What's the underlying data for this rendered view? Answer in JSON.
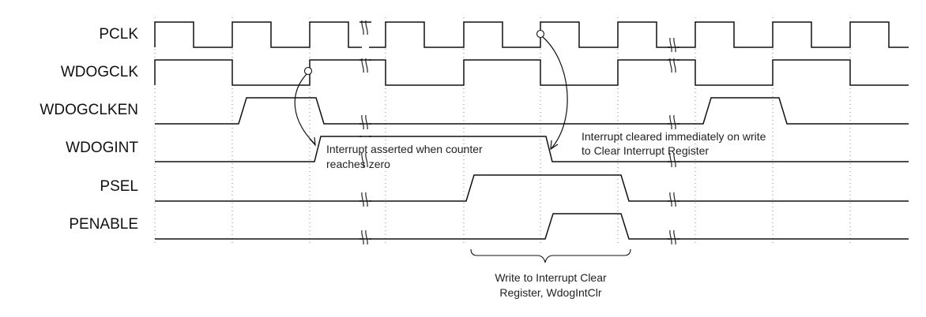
{
  "signals": [
    {
      "id": "pclk",
      "name": "PCLK"
    },
    {
      "id": "wdogclk",
      "name": "WDOGCLK"
    },
    {
      "id": "wdogclken",
      "name": "WDOGCLKEN"
    },
    {
      "id": "wdogint",
      "name": "WDOGINT"
    },
    {
      "id": "psel",
      "name": "PSEL"
    },
    {
      "id": "penable",
      "name": "PENABLE"
    }
  ],
  "annotations": {
    "assert_line1": "Interrupt asserted when counter",
    "assert_line2": "reaches zero",
    "clear_line1": "Interrupt cleared immediately on write",
    "clear_line2": "to Clear Interrupt Register",
    "write_line1": "Write to Interrupt Clear",
    "write_line2": "Register, WdogIntClr"
  }
}
